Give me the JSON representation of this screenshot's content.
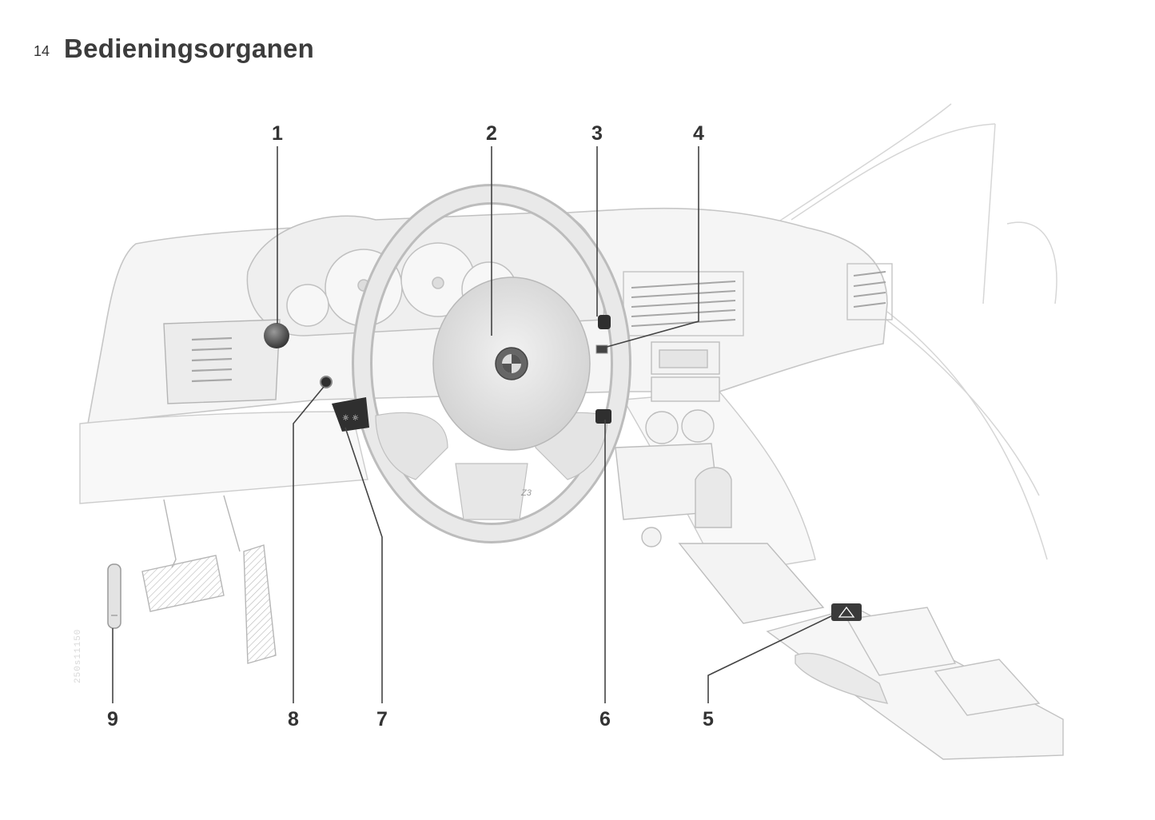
{
  "page": {
    "number": "14",
    "title": "Bedieningsorganen"
  },
  "figure": {
    "code": "250s11150",
    "callouts": [
      {
        "id": "1",
        "label": "1"
      },
      {
        "id": "2",
        "label": "2"
      },
      {
        "id": "3",
        "label": "3"
      },
      {
        "id": "4",
        "label": "4"
      },
      {
        "id": "5",
        "label": "5"
      },
      {
        "id": "6",
        "label": "6"
      },
      {
        "id": "7",
        "label": "7"
      },
      {
        "id": "8",
        "label": "8"
      },
      {
        "id": "9",
        "label": "9"
      }
    ],
    "colors": {
      "sketch": "#c8c8c8",
      "sketch_dark": "#9a9a9a",
      "control": "#3a3a3a",
      "leader": "#444444"
    }
  }
}
